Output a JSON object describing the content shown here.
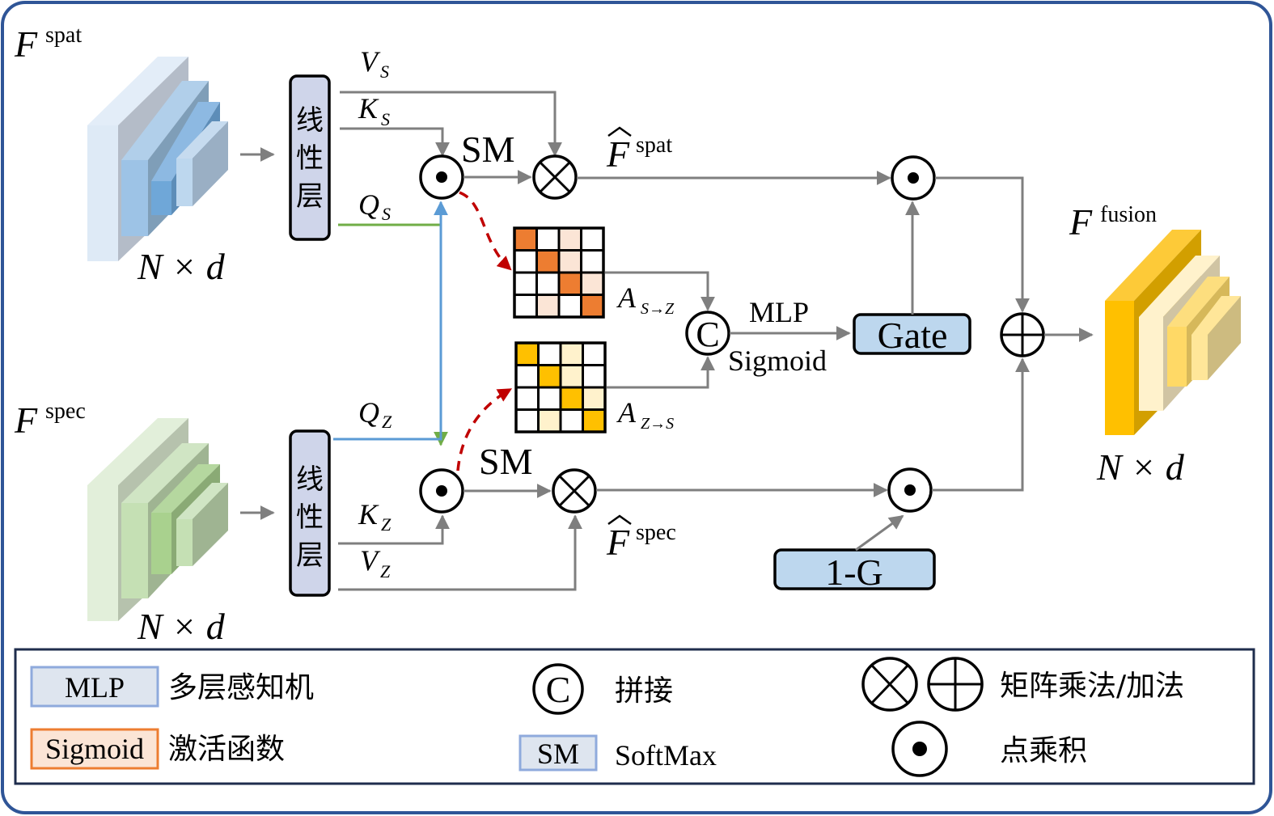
{
  "colors": {
    "frame": "#2f5597",
    "legend_border": "#1f2d4d",
    "arrow_gray": "#7f7f7f",
    "query_blue": "#5b9bd5",
    "query_green": "#70ad47",
    "attention_red": "#c00000",
    "linear_box_fill": "#cfd5ea",
    "gate_fill": "#bdd7ee",
    "attn_orange": "#ed7d31",
    "attn_orange_light": "#fbe5d6",
    "attn_yellow": "#ffc000",
    "attn_yellow_light": "#fff2cc"
  },
  "inputs": {
    "spat": {
      "symbol": "F",
      "superscript": "spat",
      "shape": "N × d"
    },
    "spec": {
      "symbol": "F",
      "superscript": "spec",
      "shape": "N × d"
    }
  },
  "output": {
    "symbol": "F",
    "superscript": "fusion",
    "shape": "N × d"
  },
  "linear_layer": {
    "label_chars": [
      "线",
      "性",
      "层"
    ]
  },
  "spat_branch": {
    "value_label": "V",
    "value_sub": "S",
    "key_label": "K",
    "key_sub": "S",
    "query_label": "Q",
    "query_sub": "S",
    "softmax_label": "SM",
    "output_symbol": "F",
    "output_superscript": "spat"
  },
  "spec_branch": {
    "value_label": "V",
    "value_sub": "Z",
    "key_label": "K",
    "key_sub": "Z",
    "query_label": "Q",
    "query_sub": "Z",
    "softmax_label": "SM",
    "output_symbol": "F",
    "output_superscript": "spec"
  },
  "attention_maps": {
    "s_to_z": {
      "label": "A",
      "sub": "S→Z",
      "cells": [
        [
          2,
          0,
          1,
          0
        ],
        [
          0,
          2,
          1,
          0
        ],
        [
          0,
          0,
          2,
          1
        ],
        [
          0,
          1,
          0,
          2
        ]
      ]
    },
    "z_to_s": {
      "label": "A",
      "sub": "Z→S",
      "cells": [
        [
          2,
          0,
          1,
          0
        ],
        [
          0,
          2,
          1,
          0
        ],
        [
          0,
          0,
          2,
          1
        ],
        [
          0,
          1,
          0,
          2
        ]
      ]
    }
  },
  "fusion": {
    "concat_symbol": "C",
    "mlp_label": "MLP",
    "sigmoid_label": "Sigmoid",
    "gate_label": "Gate",
    "one_minus_gate_label": "1-G"
  },
  "legend": {
    "items": [
      {
        "key": "MLP",
        "desc": "多层感知机"
      },
      {
        "key": "Sigmoid",
        "desc": "激活函数"
      },
      {
        "key": "C",
        "desc": "拼接"
      },
      {
        "key": "SM",
        "desc": "SoftMax"
      },
      {
        "key": "matmul_add",
        "desc": "矩阵乘法/加法"
      },
      {
        "key": "dot",
        "desc": "点乘积"
      }
    ]
  }
}
